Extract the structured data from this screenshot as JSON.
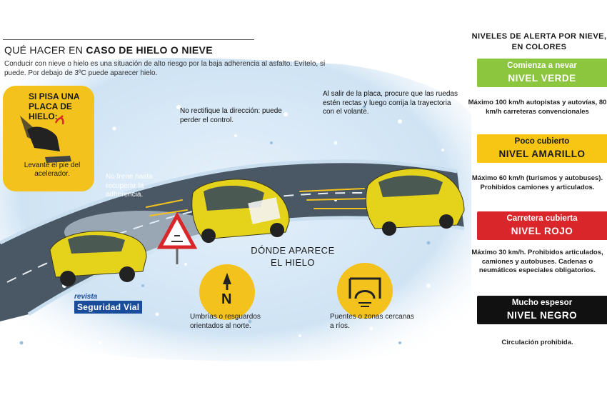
{
  "header": {
    "title_prefix": "QUÉ HACER EN",
    "title_bold": "CASO DE HIELO O NIEVE",
    "intro": "Conducir con nieve o hielo es una situación de alto riesgo por la baja adherencia al asfalto. Evítelo, si puede. Por debajo de 3ºC puede aparecer hielo."
  },
  "placa": {
    "title": "SI PISA UNA PLACA DE HIELO:",
    "caption": "Levante el pie del acelerador."
  },
  "callouts": {
    "no_frene": "No frene hasta recuperar la adherencia.",
    "no_rectifique": "No rectifique la dirección: puede perder el control.",
    "al_salir": "Al salir de la placa, procure que las ruedas estén rectas y luego corrija la trayectoria con el volante."
  },
  "donde": {
    "title": "DÓNDE APARECE EL HIELO",
    "umbrias": "Umbrías o resguardos orientados al norte.",
    "puentes": "Puentes o zonas cercanas a ríos.",
    "north_letter": "N"
  },
  "logo": {
    "top": "revista",
    "main": "Seguridad Vial"
  },
  "alert_panel": {
    "heading": "NIVELES DE ALERTA POR NIEVE, EN COLORES",
    "levels": [
      {
        "line1": "Comienza a nevar",
        "line2": "NIVEL VERDE",
        "color": "#8cc63f",
        "text_color": "#ffffff",
        "desc": "Máximo 100 km/h autopistas y autovías, 80 km/h carreteras convencionales"
      },
      {
        "line1": "Poco cubierto",
        "line2": "NIVEL AMARILLO",
        "color": "#f7c513",
        "text_color": "#1a1a1a",
        "desc": "Máximo 60 km/h (turismos y autobuses). Prohibidos camiones y articulados."
      },
      {
        "line1": "Carretera cubierta",
        "line2": "NIVEL ROJO",
        "color": "#d9262a",
        "text_color": "#ffffff",
        "desc": "Máximo 30 km/h. Prohibidos articulados, camiones y autobuses. Cadenas o neumáticos especiales obligatorios."
      },
      {
        "line1": "Mucho espesor",
        "line2": "NIVEL NEGRO",
        "color": "#111111",
        "text_color": "#ffffff",
        "desc": "Circulación prohibida."
      }
    ]
  }
}
